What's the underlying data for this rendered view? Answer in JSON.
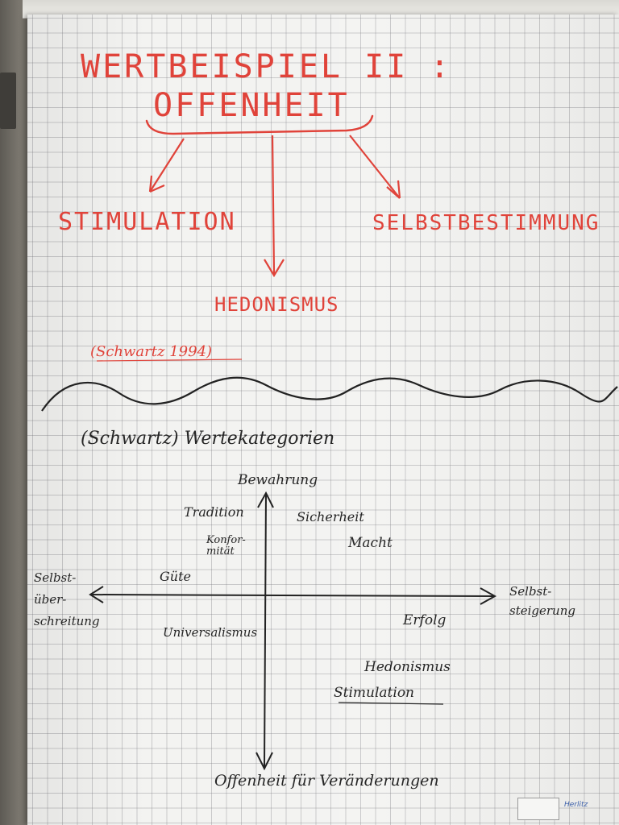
{
  "red_section": {
    "title_line1": "WERTBEISPIEL II :",
    "title_line2": "OFFENHEIT",
    "branch_left": "STIMULATION",
    "branch_right": "SELBSTBESTIMMUNG",
    "branch_center": "HEDONISMUS",
    "citation": "(Schwartz 1994)"
  },
  "black_section": {
    "subtitle": "(Schwartz) Wertekategorien",
    "axis_top": "Bewahrung",
    "axis_bottom": "Offenheit für Veränderungen",
    "axis_left": "Selbst-über-schreitung",
    "axis_right": "Selbst-steigerung",
    "values": {
      "tradition": "Tradition",
      "sicherheit": "Sicherheit",
      "konformitaet": "Konfor-mität",
      "macht": "Macht",
      "guete": "Güte",
      "erfolg": "Erfolg",
      "universalismus": "Universalismus",
      "hedonismus": "Hedonismus",
      "stimulation": "Stimulation"
    }
  },
  "brand": {
    "logo_text": "Herlitz"
  },
  "colors": {
    "red_marker": "#e0433a",
    "black_marker": "#262626",
    "paper": "#f3f3f1",
    "grid": "#9a9aa0"
  }
}
